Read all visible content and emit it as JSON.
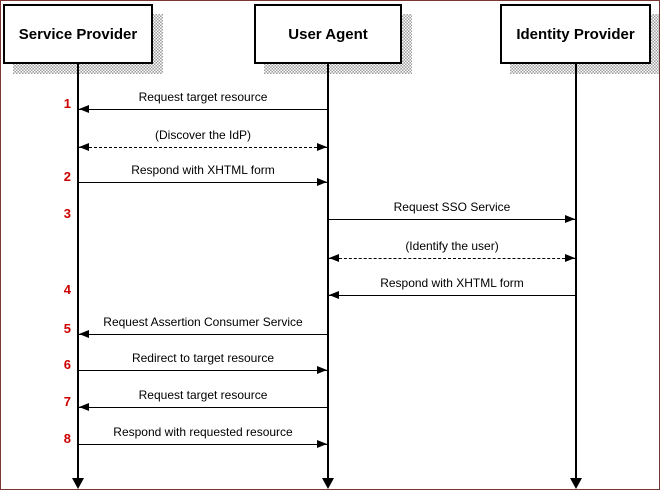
{
  "frame": {
    "background": "#ffffff",
    "border_color": "#7a3535"
  },
  "diagram": {
    "type": "uml-sequence",
    "actors": [
      {
        "id": "sp",
        "label": "Service Provider"
      },
      {
        "id": "ua",
        "label": "User Agent"
      },
      {
        "id": "idp",
        "label": "Identity Provider"
      }
    ],
    "messages": [
      {
        "num": "1",
        "label": "Request target resource",
        "from": "ua",
        "to": "sp",
        "line": "solid",
        "bidirectional": false
      },
      {
        "num": "",
        "label": "(Discover the IdP)",
        "from": "sp",
        "to": "ua",
        "line": "dashed",
        "bidirectional": true
      },
      {
        "num": "2",
        "label": "Respond with XHTML form",
        "from": "sp",
        "to": "ua",
        "line": "solid",
        "bidirectional": false
      },
      {
        "num": "3",
        "label": "Request SSO Service",
        "from": "ua",
        "to": "idp",
        "line": "solid",
        "bidirectional": false
      },
      {
        "num": "",
        "label": "(Identify the user)",
        "from": "ua",
        "to": "idp",
        "line": "dashed",
        "bidirectional": true
      },
      {
        "num": "4",
        "label": "Respond with XHTML form",
        "from": "idp",
        "to": "ua",
        "line": "solid",
        "bidirectional": false
      },
      {
        "num": "5",
        "label": "Request Assertion Consumer Service",
        "from": "ua",
        "to": "sp",
        "line": "solid",
        "bidirectional": false
      },
      {
        "num": "6",
        "label": "Redirect to target resource",
        "from": "sp",
        "to": "ua",
        "line": "solid",
        "bidirectional": false
      },
      {
        "num": "7",
        "label": "Request target resource",
        "from": "ua",
        "to": "sp",
        "line": "solid",
        "bidirectional": false
      },
      {
        "num": "8",
        "label": "Respond with requested resource",
        "from": "sp",
        "to": "ua",
        "line": "solid",
        "bidirectional": false
      }
    ],
    "colors": {
      "step_number": "#cc0000",
      "line": "#000000",
      "actor_fill": "#ffffff",
      "actor_border": "#000000",
      "shadow": "#9e9e9e"
    }
  }
}
